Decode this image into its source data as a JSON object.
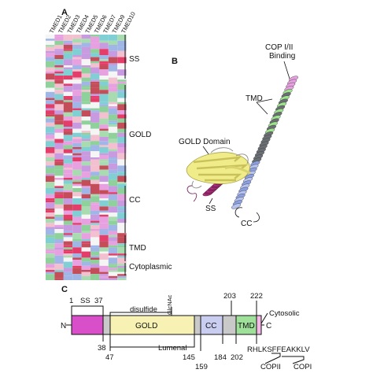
{
  "panel_a": {
    "label": "A",
    "columns": [
      "TMED1",
      "TMED2",
      "TMED3",
      "TMED4",
      "TMED5",
      "TMED6",
      "TMED7",
      "TMED9",
      "TMED10"
    ],
    "regions": [
      "SS",
      "GOLD",
      "CC",
      "TMD",
      "Cytoplasmic"
    ],
    "palette": [
      "#e8a1e0",
      "#8fd19a",
      "#9fb6e6",
      "#e43d6a",
      "#f2c0cf",
      "#f5f5f5",
      "#7fcfd4",
      "#c89ae0",
      "#a8dcb0",
      "#c44d5a"
    ]
  },
  "panel_b": {
    "label": "B",
    "annotations": {
      "cop": "COP I/II",
      "binding": "Binding",
      "tmd": "TMD",
      "gold": "GOLD Domain",
      "ss": "SS",
      "cc": "CC"
    },
    "colors": {
      "gold_domain": "#f1ec8a",
      "ss": "#b0307e",
      "cc": "#8c9fe0",
      "tmd": "#9ee58a",
      "helix_dark": "#6b6f73",
      "cop": "#e8a0e0"
    }
  },
  "panel_c": {
    "label": "C",
    "n_label": "N",
    "c_label": "C",
    "domains": {
      "ss": "SS",
      "gold": "GOLD",
      "cc": "CC",
      "tmd": "TMD"
    },
    "numbers_top": {
      "n1": "1",
      "n37": "37",
      "n203": "203",
      "n222": "222"
    },
    "numbers_bottom": {
      "n38": "38",
      "n47": "47",
      "n145": "145",
      "n159": "159",
      "n184": "184",
      "n202": "202"
    },
    "disulfide": "disulfide",
    "glcnac": "GlcNAc",
    "lumenal": "Lumenal",
    "cytosolic": "Cytosolic",
    "sequence": "RHLKSFFEAKKLV",
    "copii": "COPII",
    "copi": "COPI"
  }
}
